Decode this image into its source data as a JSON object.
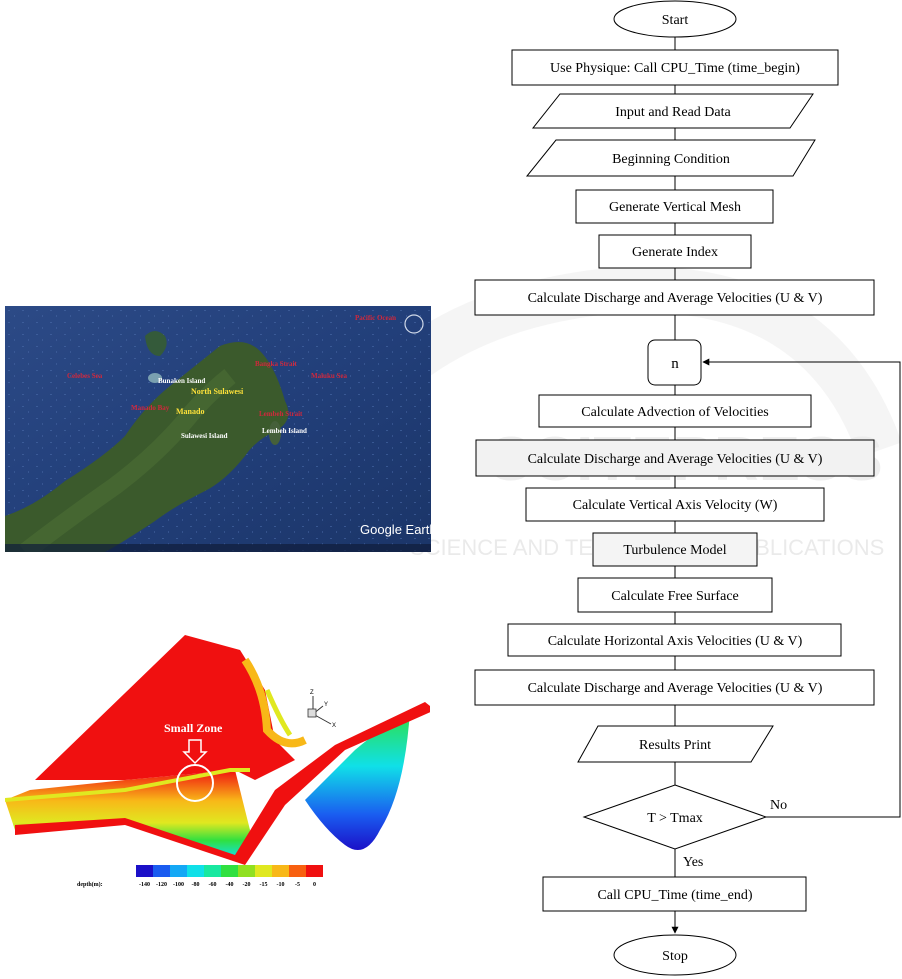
{
  "flowchart": {
    "start": "Start",
    "step_cpu_begin": "Use Physique: Call CPU_Time (time_begin)",
    "step_input": "Input and Read Data",
    "step_beginning": "Beginning Condition",
    "step_mesh": "Generate Vertical Mesh",
    "step_index": "Generate Index",
    "step_discharge_1": "Calculate Discharge and Average Velocities (U & V)",
    "loop_counter": "n",
    "step_advection": "Calculate Advection of Velocities",
    "step_discharge_2": "Calculate Discharge and Average Velocities (U & V)",
    "step_vertical_w": "Calculate Vertical Axis Velocity (W)",
    "step_turbulence": "Turbulence Model",
    "step_free_surface": "Calculate Free Surface",
    "step_horizontal": "Calculate Horizontal Axis Velocities (U & V)",
    "step_discharge_3": "Calculate Discharge and Average Velocities (U & V)",
    "step_results": "Results Print",
    "decision": "T > Tmax",
    "label_no": "No",
    "label_yes": "Yes",
    "step_cpu_end": "Call CPU_Time (time_end)",
    "stop": "Stop"
  },
  "satellite_map": {
    "pacific_ocean": "Pacific Ocean",
    "celebes_sea": "Celebes Sea",
    "bangka_strait": "Bangka Strait",
    "maluku_sea": "Maluku Sea",
    "bunaken_island": "Bunaken Island",
    "north_sulawesi": "North Sulawesi",
    "manado_bay": "Manado Bay",
    "manado": "Manado",
    "lembeh_strait": "Lembeh Strait",
    "sulawesi_island": "Sulawesi Island",
    "lembeh_island": "Lembeh Island",
    "brand": "Google Earth"
  },
  "depth_model": {
    "small_zone_label": "Small Zone",
    "axis_z": "Z",
    "axis_y": "Y",
    "axis_x": "X",
    "legend_title": "depth(m):",
    "legend_ticks": [
      "-140",
      "-120",
      "-100",
      "-80",
      "-60",
      "-40",
      "-20",
      "-15",
      "-10",
      "-5",
      "0"
    ],
    "legend_colors": [
      "#1b10c8",
      "#1a5cf0",
      "#14a8f5",
      "#10e0e8",
      "#18e8a0",
      "#30e040",
      "#90e020",
      "#e0e820",
      "#f8b818",
      "#f86010",
      "#f01010"
    ]
  },
  "watermark": {
    "line1": "SCITEPRESS",
    "line2": "SCIENCE AND TECHNOLOGY PUBLICATIONS"
  }
}
